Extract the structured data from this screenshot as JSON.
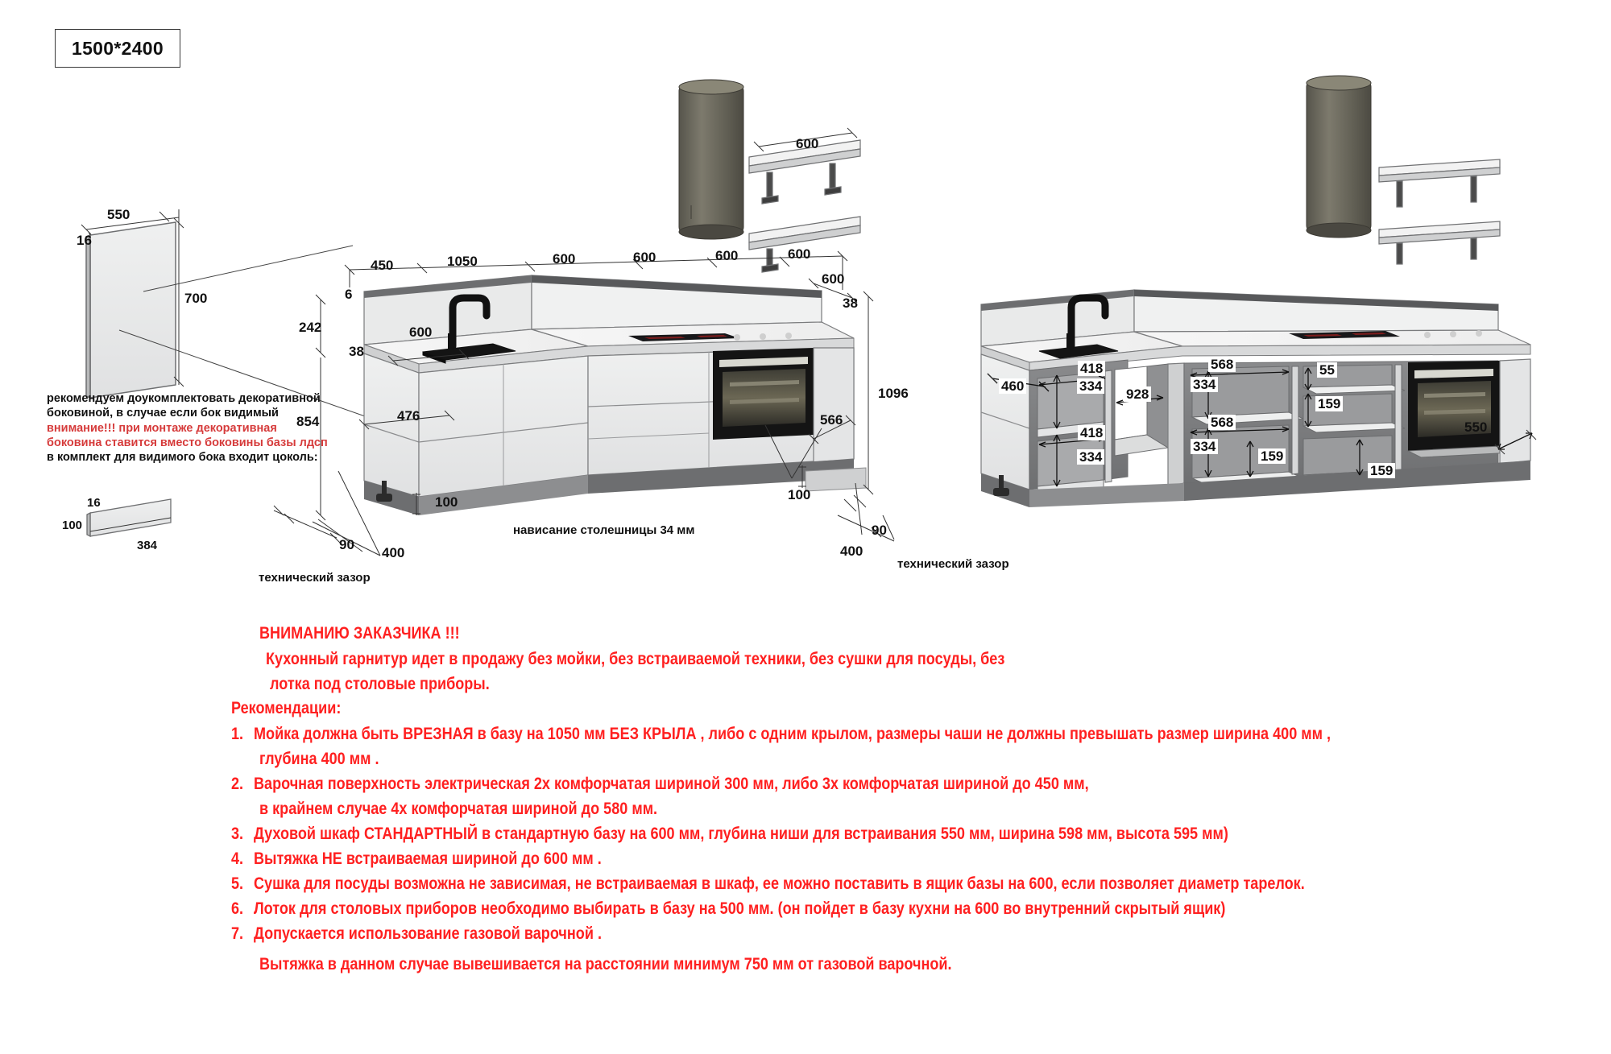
{
  "title_box": {
    "label": "1500*2400"
  },
  "panel_detail": {
    "width_label": "550",
    "thickness_label": "16",
    "height_label": "700",
    "plinth_thickness": "16",
    "plinth_height": "100",
    "plinth_length": "384"
  },
  "left_notes": {
    "line1": "рекомендуем доукомплектовать декоративной",
    "line2": "боковиной, в случае если бок видимый",
    "line3_red": "внимание!!! при монтаже декоративная",
    "line4_red": "боковина ставится вместо боковины базы лдсп",
    "line5": "в комплект для видимого бока входит цоколь:"
  },
  "left_view": {
    "top_dims": [
      "450",
      "1050",
      "600",
      "600",
      "600",
      "600"
    ],
    "depth_dim": "600",
    "backsplash_top": "6",
    "backsplash_height": "242",
    "counter_thickness": "38",
    "counter_thickness_right": "38",
    "base_height": "854",
    "door_height": "476",
    "plinth_left": "100",
    "plinth_right": "100",
    "oven_door_height": "566",
    "total_height": "1096",
    "gap_left_90": "90",
    "gap_left_400": "400",
    "gap_right_90": "90",
    "gap_right_400": "400",
    "tech_gap_left": "технический зазор",
    "tech_gap_right": "технический зазор",
    "overhang_note": "нависание столешницы 34 мм",
    "hood_width": "600"
  },
  "right_view": {
    "shelf_depth": "460",
    "drawer_w_top": "418",
    "drawer_h_top": "334",
    "drawer_w_bottom": "418",
    "drawer_h_bottom": "334",
    "corner_width": "928",
    "shelf_w_top": "568",
    "shelf_h_top": "334",
    "shelf_w_bottom": "568",
    "shelf_h_bottom": "334",
    "small_drawer": "55",
    "drawer_159_a": "159",
    "drawer_159_b": "159",
    "drawer_159_c": "159",
    "oven_niche_depth": "550"
  },
  "customer_notice": {
    "heading": "ВНИМАНИЮ ЗАКАЗЧИКА !!!",
    "line1": "Кухонный гарнитур идет в продажу без мойки, без встраиваемой техники, без сушки для посуды, без",
    "line2": "лотка под столовые приборы."
  },
  "recommendations": {
    "title": "Рекомендации:",
    "items": [
      {
        "num": "1.",
        "lines": [
          "Мойка должна быть ВРЕЗНАЯ в базу на 1050 мм БЕЗ КРЫЛА , либо с одним крылом, размеры чаши  не должны превышать размер ширина  400  мм ,",
          "глубина  400 мм ."
        ]
      },
      {
        "num": "2.",
        "lines": [
          "Варочная поверхность электрическая 2х комфорчатая  шириной 300 мм, либо 3х комфорчатая шириной до 450 мм,",
          "в крайнем случае 4х комфорчатая шириной до 580 мм."
        ]
      },
      {
        "num": "3.",
        "lines": [
          "Духовой шкаф СТАНДАРТНЫЙ в стандартную базу на 600 мм, глубина ниши для встраивания 550 мм, ширина 598 мм, высота 595 мм)"
        ]
      },
      {
        "num": "4.",
        "lines": [
          "Вытяжка НЕ встраиваемая шириной до 600 мм ."
        ]
      },
      {
        "num": "5.",
        "lines": [
          "Сушка для посуды  возможна не зависимая, не встраиваемая в шкаф, ее можно поставить в ящик базы на 600, если позволяет диаметр тарелок."
        ]
      },
      {
        "num": "6.",
        "lines": [
          "Лоток для столовых приборов необходимо выбирать в базу на 500 мм. (он пойдет в базу кухни на 600 во внутренний скрытый ящик)"
        ]
      },
      {
        "num": "7.",
        "lines": [
          "Допускается использование газовой варочной .",
          "Вытяжка в данном случае вывешивается на расстоянии минимум 750 мм от  газовой варочной."
        ]
      }
    ]
  },
  "colors": {
    "red": "#ff2020",
    "note_red": "#d63b3b",
    "line": "#3a3a3a",
    "cabinet_light": "#e8e9ea",
    "cabinet_mid": "#d3d4d5",
    "cabinet_dark": "#8f9092",
    "counter_top": "#f3f3f3",
    "counter_edge": "#5a5a5a",
    "appliance_black": "#1a1a1a",
    "hood_body": "#6e6b5f"
  }
}
